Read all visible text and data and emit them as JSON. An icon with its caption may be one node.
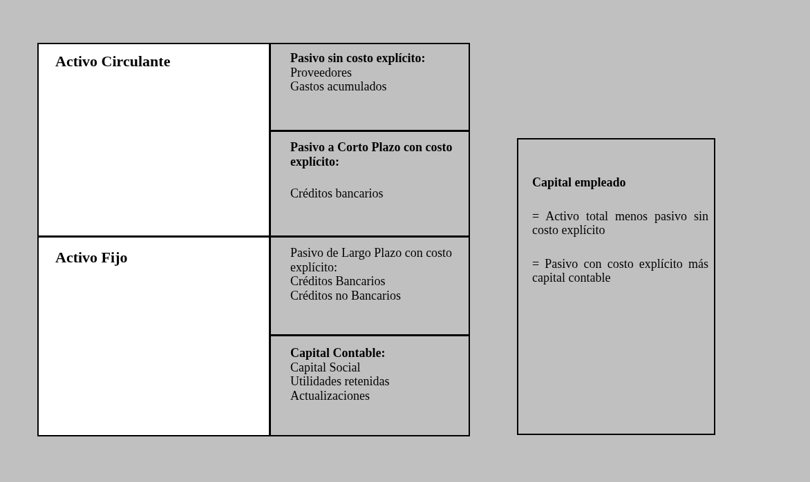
{
  "diagram": {
    "nodes": [
      {
        "text": [
          "Activo Circulante"
        ]
      },
      {
        "text": [
          "Pasivo sin costo explícito:",
          "Proveedores",
          "Gastos acumulados"
        ]
      },
      {
        "text": [
          "Pasivo a Corto Plazo con costo explícito:",
          "Créditos bancarios"
        ]
      },
      {
        "text": [
          "Activo Fijo"
        ]
      },
      {
        "text": [
          "Pasivo de Largo Plazo con costo explícito:",
          "Créditos Bancarios",
          "Créditos no Bancarios"
        ]
      },
      {
        "text": [
          "Capital Contable:",
          "Capital Social",
          "Utilidades retenidas",
          "Actualizaciones"
        ]
      },
      {
        "text": [
          "Capital empleado",
          "= Activo total menos pasivo sin costo explícito",
          "= Pasivo con costo explícito más capital contable"
        ]
      }
    ],
    "edges": []
  }
}
